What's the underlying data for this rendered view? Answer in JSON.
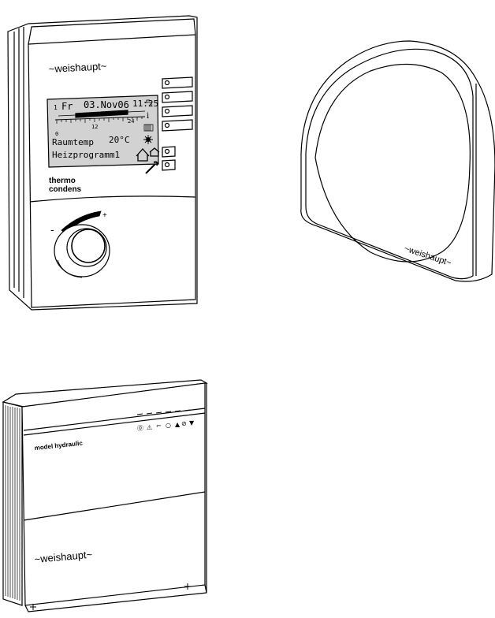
{
  "controller": {
    "brand": "~weishaupt~",
    "display": {
      "line1_num": "1",
      "line1_day": "Fr",
      "line1_date": "03.Nov06",
      "line1_time": "11:25",
      "scale_start": "0",
      "scale_mid": "12",
      "scale_end": "24",
      "room_label": "Raumtemp",
      "room_value": "20°C",
      "program": "Heizprogramm1"
    },
    "info_symbol": "i",
    "product_line1": "thermo",
    "product_line2": "condens",
    "knob_minus": "-",
    "knob_plus": "+"
  },
  "sensor": {
    "brand": "~weishaupt~"
  },
  "module": {
    "label": "model hydraulic",
    "brand": "~weishaupt~",
    "status_symbols": [
      "⓪",
      "⚠",
      "⌐",
      "○",
      "▲",
      "⊘",
      "▼"
    ]
  },
  "colors": {
    "line": "#000000",
    "lcd_background": "#d2d2d2",
    "paper": "#ffffff"
  }
}
